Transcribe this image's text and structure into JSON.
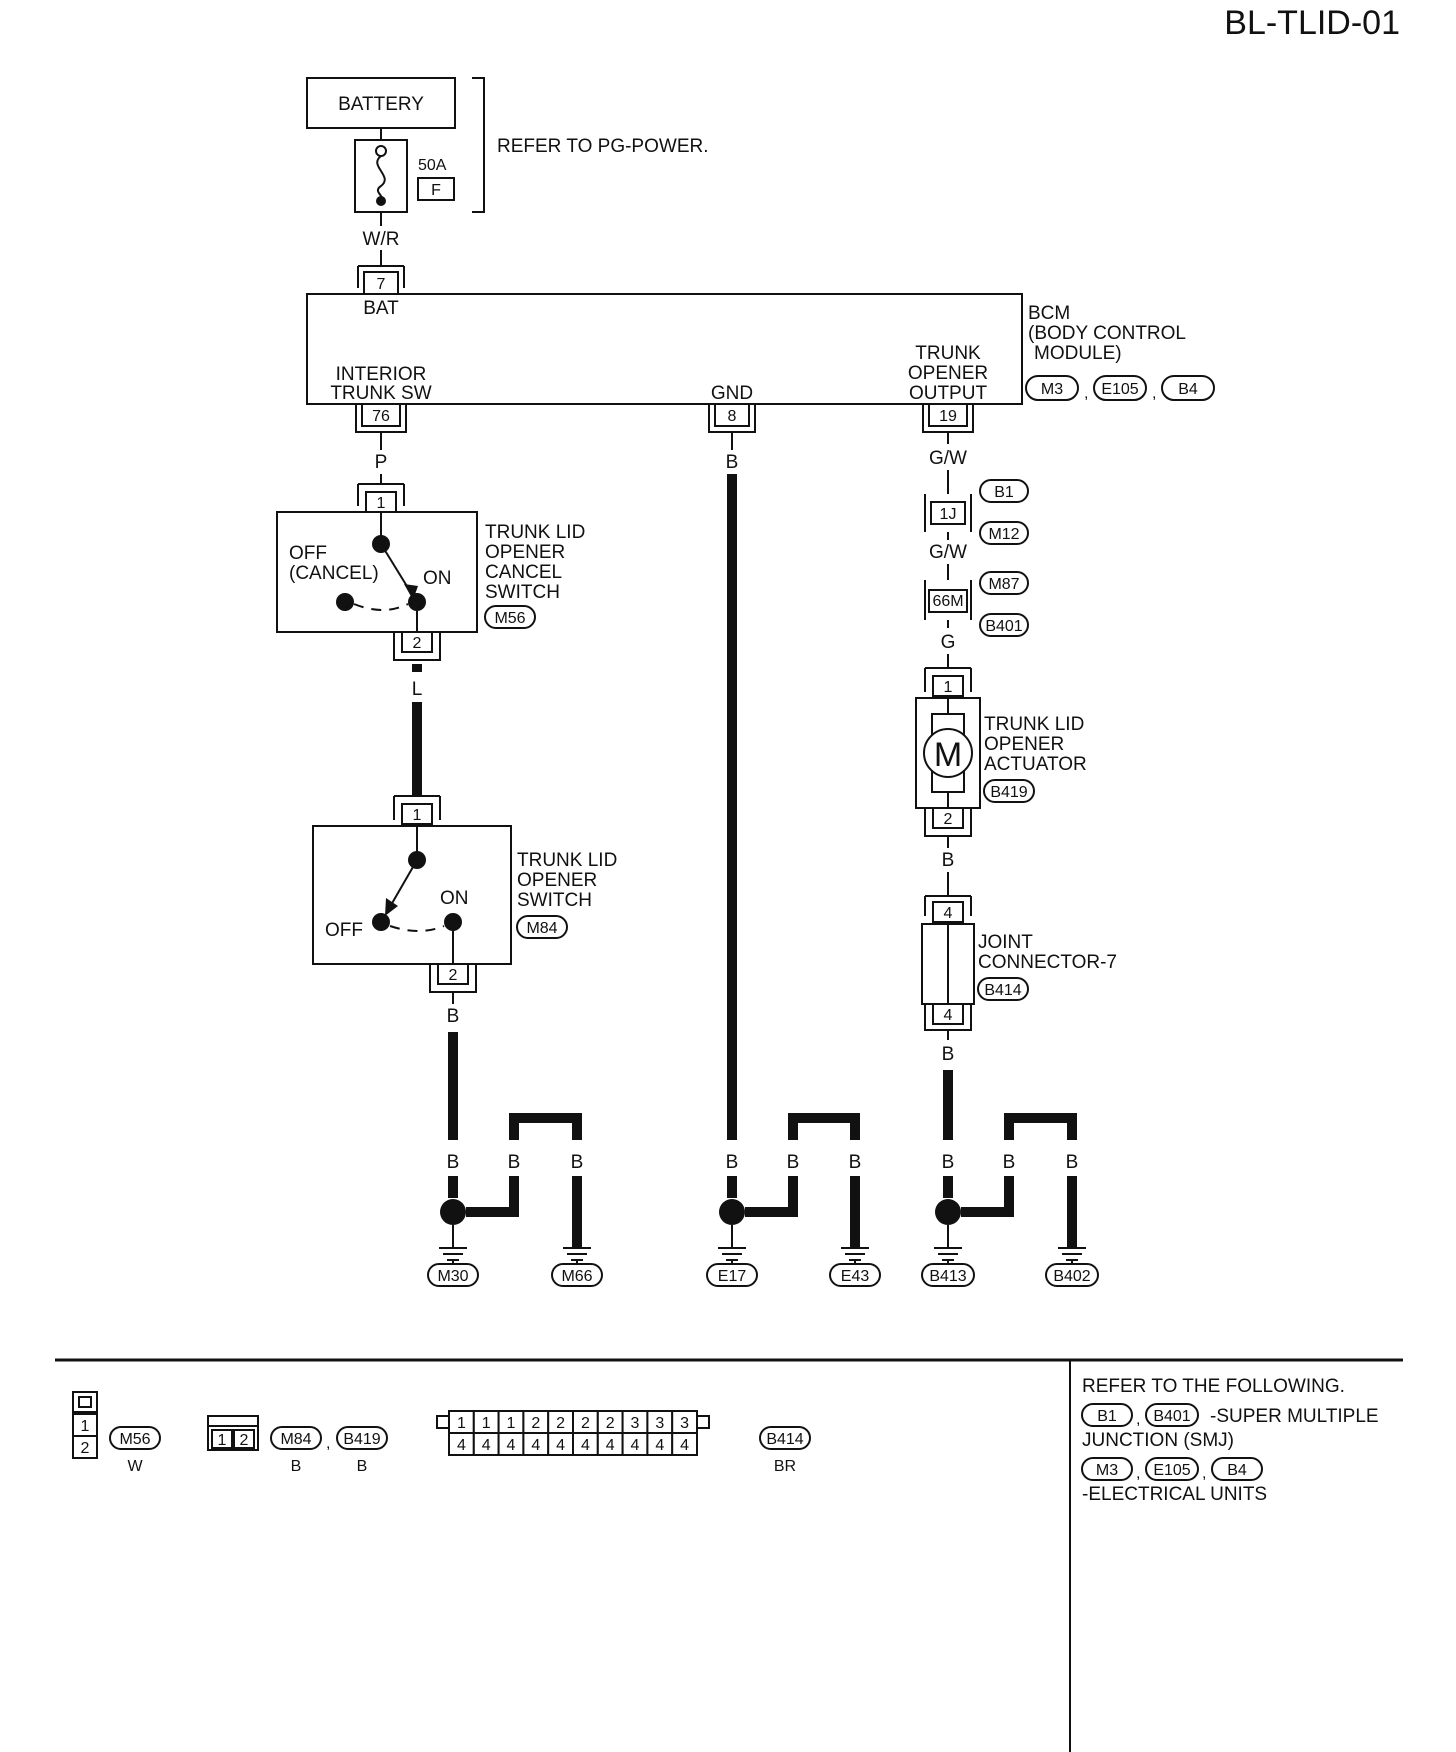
{
  "page_id": "BL-TLID-01",
  "battery": {
    "label": "BATTERY",
    "fuse_rating": "50A",
    "fuse_letter": "F",
    "refer": "REFER TO PG-POWER."
  },
  "wire_colors": {
    "wr": "W/R",
    "p": "P",
    "l": "L",
    "b": "B",
    "gw": "G/W",
    "g": "G"
  },
  "bcm": {
    "name_line1": "BCM",
    "name_line2": "(BODY CONTROL",
    "name_line3": "MODULE)",
    "bat_label": "BAT",
    "bat_pin": "7",
    "int_sw_line1": "INTERIOR",
    "int_sw_line2": "TRUNK SW",
    "int_sw_pin": "76",
    "gnd_label": "GND",
    "gnd_pin": "8",
    "out_line1": "TRUNK",
    "out_line2": "OPENER",
    "out_line3": "OUTPUT",
    "out_pin": "19",
    "connectors": [
      "M3",
      "E105",
      "B4"
    ]
  },
  "cancel_switch": {
    "line1": "TRUNK LID",
    "line2": "OPENER",
    "line3": "CANCEL",
    "line4": "SWITCH",
    "connector": "M56",
    "pin_top": "1",
    "pin_bottom": "2",
    "off_line1": "OFF",
    "off_line2": "(CANCEL)",
    "on_label": "ON"
  },
  "opener_switch": {
    "line1": "TRUNK LID",
    "line2": "OPENER",
    "line3": "SWITCH",
    "connector": "M84",
    "pin_top": "1",
    "pin_bottom": "2",
    "off_label": "OFF",
    "on_label": "ON"
  },
  "smj": {
    "pin_1j": "1J",
    "pin_66m": "66M",
    "conn_b1": "B1",
    "conn_m12": "M12",
    "conn_m87": "M87",
    "conn_b401": "B401"
  },
  "actuator": {
    "line1": "TRUNK LID",
    "line2": "OPENER",
    "line3": "ACTUATOR",
    "connector": "B419",
    "pin_top": "1",
    "pin_bottom": "2",
    "motor": "M"
  },
  "joint": {
    "line1": "JOINT",
    "line2": "CONNECTOR-7",
    "connector": "B414",
    "pin_top": "4",
    "pin_bottom": "4"
  },
  "grounds": [
    "M30",
    "M66",
    "E17",
    "E43",
    "B413",
    "B402"
  ],
  "footer": {
    "m56": {
      "pins": [
        "1",
        "2"
      ],
      "code": "M56",
      "color": "W"
    },
    "m84_b419": {
      "pins": [
        "1",
        "2"
      ],
      "code1": "M84",
      "color1": "B",
      "code2": "B419",
      "color2": "B"
    },
    "b414": {
      "top_pins": [
        "1",
        "1",
        "1",
        "2",
        "2",
        "2",
        "2",
        "3",
        "3",
        "3"
      ],
      "bottom_pins": [
        "4",
        "4",
        "4",
        "4",
        "4",
        "4",
        "4",
        "4",
        "4",
        "4"
      ],
      "code": "B414",
      "color": "BR"
    },
    "refer_title": "REFER TO THE FOLLOWING.",
    "smj_codes": [
      "B1",
      "B401"
    ],
    "smj_text1": "-SUPER MULTIPLE",
    "smj_text2": "JUNCTION (SMJ)",
    "eu_codes": [
      "M3",
      "E105",
      "B4"
    ],
    "eu_text": "-ELECTRICAL UNITS"
  }
}
